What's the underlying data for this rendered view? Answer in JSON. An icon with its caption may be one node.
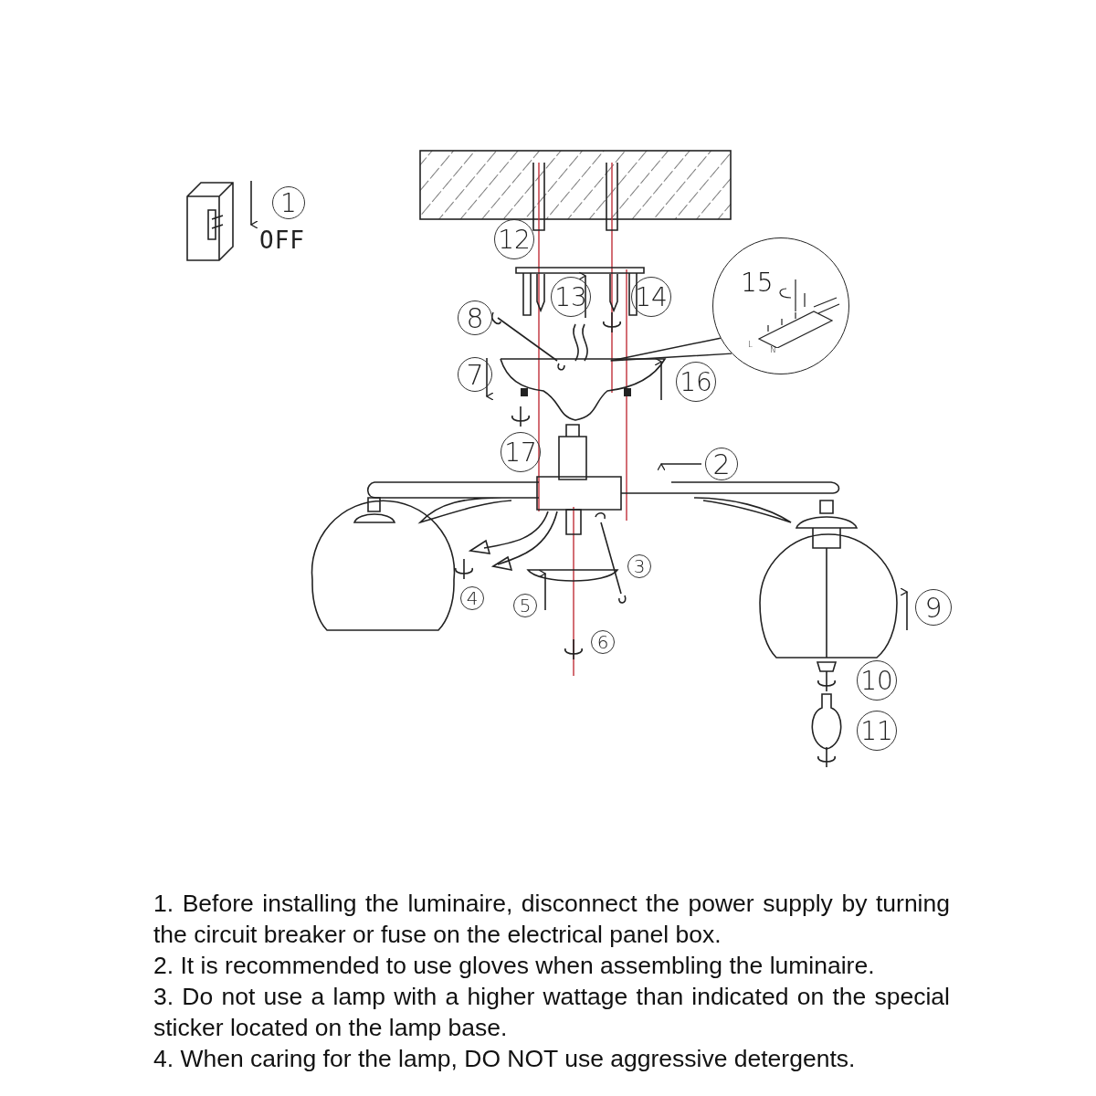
{
  "diagram": {
    "nodes": [
      {
        "text": [
          "15",
          "L",
          "N"
        ]
      },
      {
        "text": [],
        "shape": "picture"
      }
    ],
    "edges": [
      {
        "from": 0,
        "to": 1,
        "arrow": "none"
      }
    ],
    "labels": [
      "1",
      "OFF",
      "12",
      "13",
      "14",
      "8",
      "7",
      "16",
      "17",
      "2",
      "3",
      "4",
      "5",
      "6",
      "9",
      "10",
      "11",
      "1. Before installing the luminaire, disconnect the power supply by turning the circuit breaker or fuse on the electrical panel box.",
      "2. It is recommended to use gloves when assembling the luminaire.",
      "3. Do not use a lamp with a higher wattage than indicated on the special sticker located on the lamp base.",
      "4. When caring for the lamp, DO NOT use aggressive detergents."
    ]
  }
}
